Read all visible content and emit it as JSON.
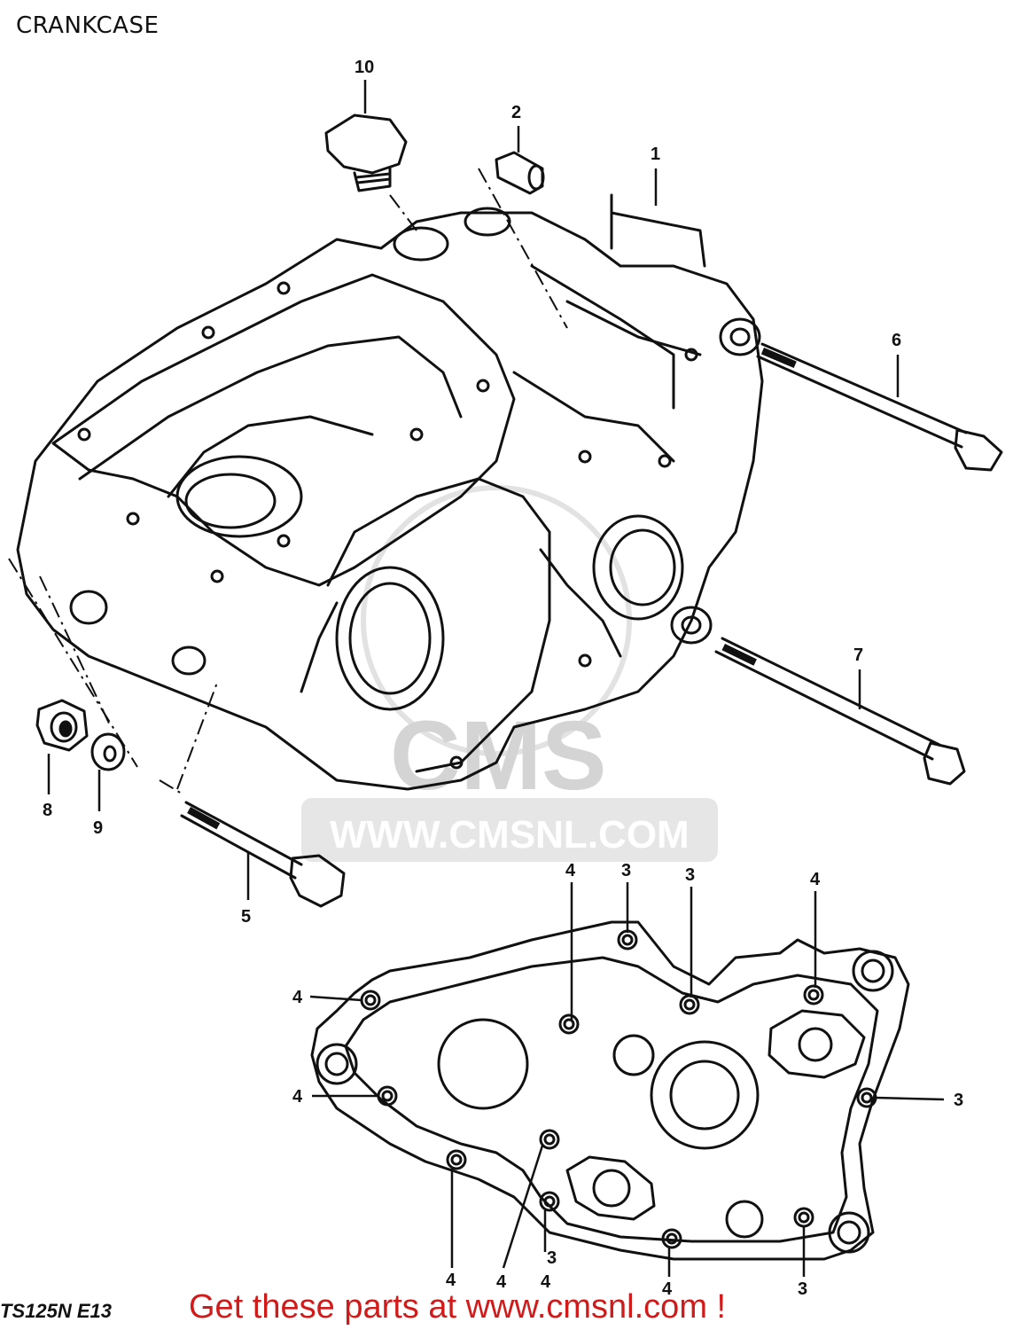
{
  "title": "CRANKCASE",
  "watermark": {
    "logo": "CMS",
    "url": "WWW.CMSNL.COM"
  },
  "model_code": "TS125N E13",
  "footer_link": "Get these parts at www.cmsnl.com !",
  "colors": {
    "footer": "#d11a1a",
    "line": "#111111",
    "watermark": "#d4d4d4"
  },
  "callouts": {
    "c10": "10",
    "c2": "2",
    "c1": "1",
    "c6": "6",
    "c7": "7",
    "c8": "8",
    "c9": "9",
    "c5": "5",
    "r_top_4a": "4",
    "r_top_3a": "3",
    "r_top_3b": "3",
    "r_top_4b": "4",
    "r_left_4a": "4",
    "r_left_4b": "4",
    "r_right_3": "3",
    "r_bot_4a": "4",
    "r_bot_4b": "4",
    "r_bot_4c": "4",
    "r_bot_3a": "3",
    "r_bot_4d": "4",
    "r_bot_3b": "3"
  }
}
